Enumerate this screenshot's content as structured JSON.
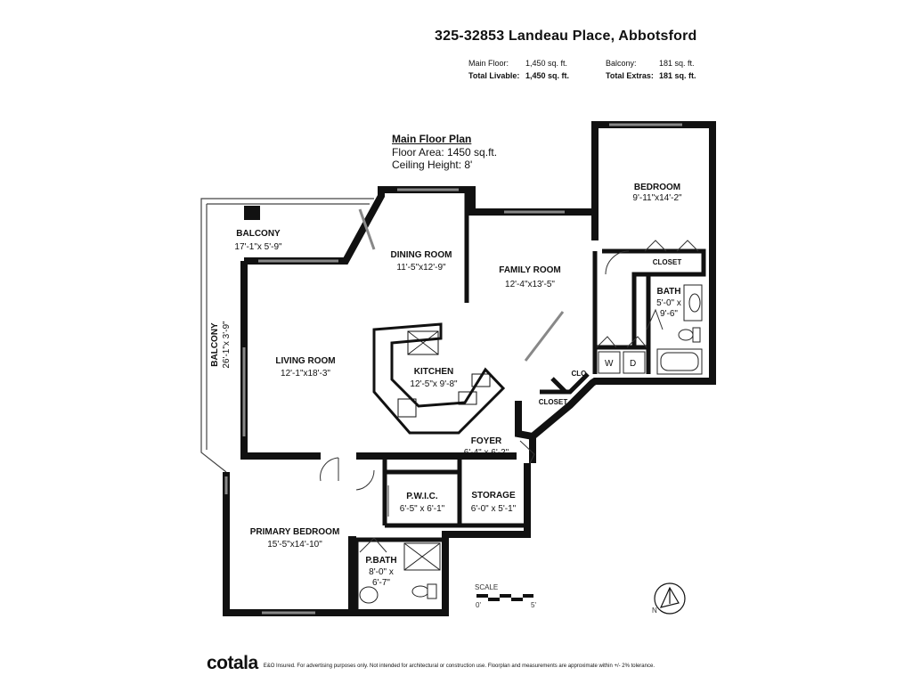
{
  "header": {
    "address": "325-32853 Landeau Place, Abbotsford",
    "main_floor_label": "Main Floor:",
    "main_floor_value": "1,450 sq. ft.",
    "total_livable_label": "Total Livable:",
    "total_livable_value": "1,450 sq. ft.",
    "balcony_label": "Balcony:",
    "balcony_value": "181 sq. ft.",
    "total_extras_label": "Total Extras:",
    "total_extras_value": "181 sq. ft."
  },
  "plan": {
    "title": "Main Floor Plan",
    "floor_area": "Floor Area: 1450 sq.ft.",
    "ceiling_height": "Ceiling Height: 8'"
  },
  "rooms": {
    "balcony_top": {
      "name": "BALCONY",
      "dim": "17'-1\"x 5'-9\""
    },
    "balcony_side": {
      "name": "BALCONY",
      "dim": "26'-1\"x 3'-9\""
    },
    "dining": {
      "name": "DINING ROOM",
      "dim": "11'-5\"x12'-9\""
    },
    "family": {
      "name": "FAMILY ROOM",
      "dim": "12'-4\"x13'-5\""
    },
    "bedroom": {
      "name": "BEDROOM",
      "dim": "9'-11\"x14'-2\""
    },
    "closet_bed": {
      "name": "CLOSET"
    },
    "bath": {
      "name": "BATH",
      "dim1": "5'-0\" x",
      "dim2": "9'-6\""
    },
    "living": {
      "name": "LIVING ROOM",
      "dim": "12'-1\"x18'-3\""
    },
    "kitchen": {
      "name": "KITCHEN",
      "dim": "12'-5\"x 9'-8\""
    },
    "clo": {
      "name": "CLO."
    },
    "closet_hall": {
      "name": "CLOSET"
    },
    "foyer": {
      "name": "FOYER",
      "dim": "6'-4\" x 6'-2\""
    },
    "pwic": {
      "name": "P.W.I.C.",
      "dim": "6'-5\" x 6'-1\""
    },
    "storage": {
      "name": "STORAGE",
      "dim": "6'-0\" x 5'-1\""
    },
    "primary": {
      "name": "PRIMARY BEDROOM",
      "dim": "15'-5\"x14'-10\""
    },
    "pbath": {
      "name": "P.BATH",
      "dim1": "8'-0\" x",
      "dim2": "6'-7\""
    }
  },
  "appliances": {
    "washer": "W",
    "dryer": "D"
  },
  "scale": {
    "label": "SCALE",
    "start": "0'",
    "end": "5'"
  },
  "compass": {
    "label": "N"
  },
  "footer": {
    "logo": "cotala",
    "disclaimer": "E&O Insured. For advertising purposes only. Not intended for architectural or construction use. Floorplan and measurements are approximate within +/- 2% tolerance."
  }
}
